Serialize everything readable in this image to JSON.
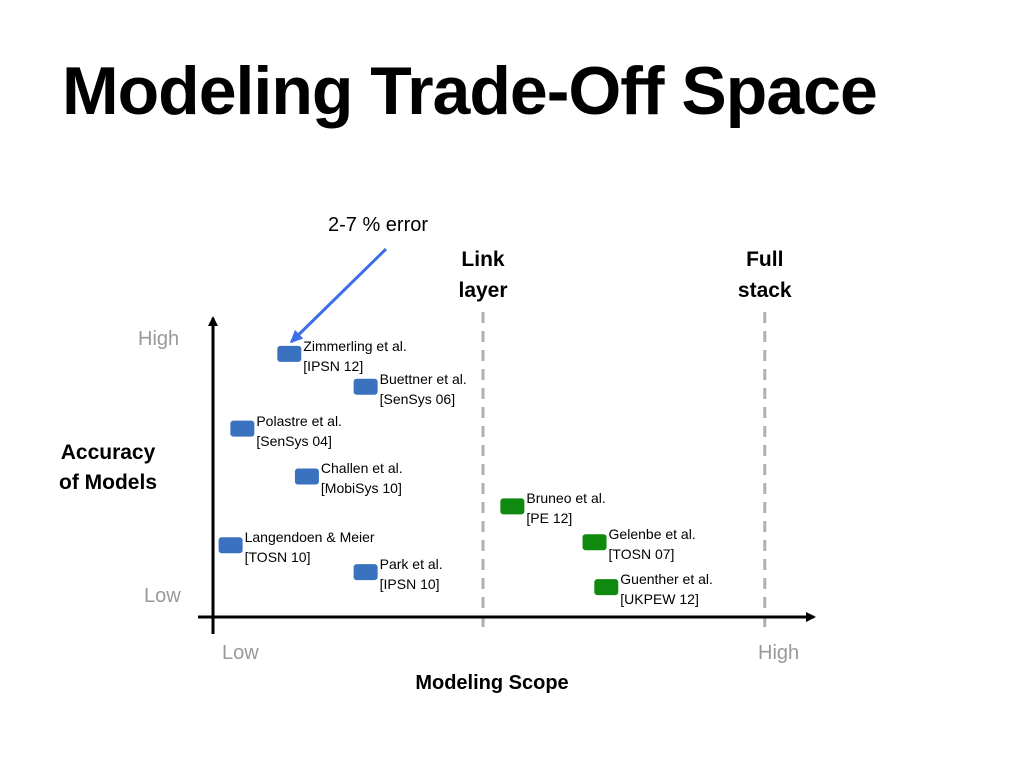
{
  "slide": {
    "title": "Modeling Trade-Off Space"
  },
  "chart_data": {
    "type": "scatter",
    "title": "",
    "xlabel": "Modeling Scope",
    "ylabel": "Accuracy of Models",
    "ylabel_lines": [
      "Accuracy",
      "of Models"
    ],
    "x_ticks": [
      "Low",
      "High"
    ],
    "y_ticks": [
      "Low",
      "High"
    ],
    "xlim": [
      0,
      1
    ],
    "ylim": [
      0,
      1
    ],
    "grid": false,
    "colors": {
      "blue": "#3a72c0",
      "green": "#0f8a0f",
      "divider": "#b0b0b0",
      "callout": "#3d6ee8",
      "tick": "#999999"
    },
    "dividers": [
      {
        "label": "Link\nlayer",
        "x": 0.46
      },
      {
        "label": "Full\nstack",
        "x": 0.94
      }
    ],
    "callout": {
      "text": "2-7 % error",
      "target": "zimmerling"
    },
    "points": [
      {
        "id": "zimmerling",
        "name": "Zimmerling et al.",
        "venue": "[IPSN 12]",
        "x": 0.13,
        "y": 0.88,
        "color": "blue"
      },
      {
        "id": "buettner",
        "name": "Buettner et al.",
        "venue": "[SenSys 06]",
        "x": 0.26,
        "y": 0.77,
        "color": "blue"
      },
      {
        "id": "polastre",
        "name": "Polastre et al.",
        "venue": "[SenSys 04]",
        "x": 0.05,
        "y": 0.63,
        "color": "blue"
      },
      {
        "id": "challen",
        "name": "Challen et al.",
        "venue": "[MobiSys 10]",
        "x": 0.16,
        "y": 0.47,
        "color": "blue"
      },
      {
        "id": "langendoen",
        "name": "Langendoen & Meier",
        "venue": "[TOSN 10]",
        "x": 0.03,
        "y": 0.24,
        "color": "blue"
      },
      {
        "id": "park",
        "name": "Park et al.",
        "venue": "[IPSN 10]",
        "x": 0.26,
        "y": 0.15,
        "color": "blue"
      },
      {
        "id": "bruneo",
        "name": "Bruneo et al.",
        "venue": "[PE 12]",
        "x": 0.51,
        "y": 0.37,
        "color": "green"
      },
      {
        "id": "gelenbe",
        "name": "Gelenbe et al.",
        "venue": "[TOSN 07]",
        "x": 0.65,
        "y": 0.25,
        "color": "green"
      },
      {
        "id": "guenther",
        "name": "Guenther et al.",
        "venue": "[UKPEW 12]",
        "x": 0.67,
        "y": 0.1,
        "color": "green"
      }
    ]
  }
}
